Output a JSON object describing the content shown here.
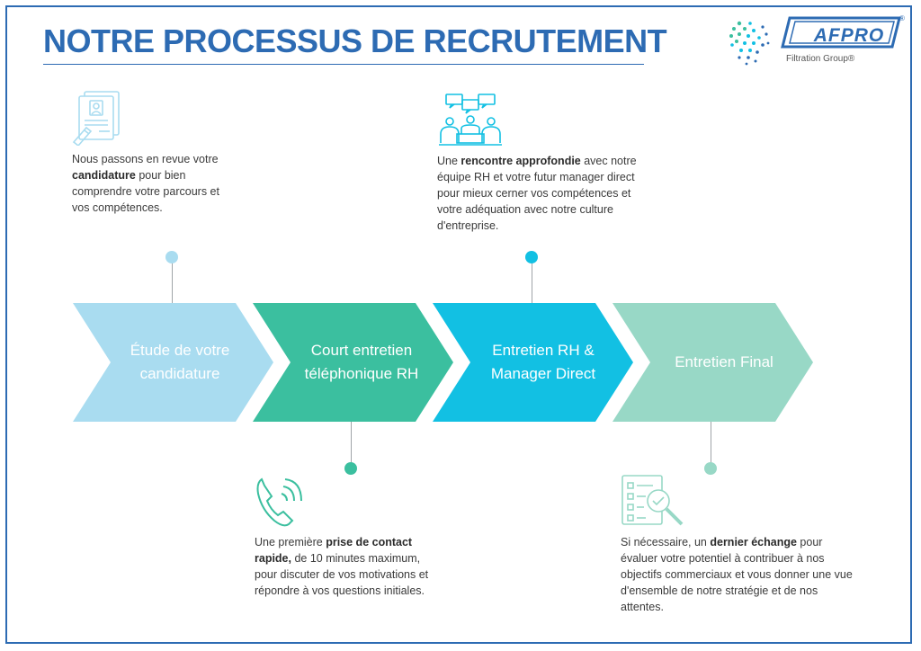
{
  "title": "NOTRE PROCESSUS DE RECRUTEMENT",
  "logo": {
    "brand": "AFPRO",
    "registered": "®",
    "subtitle": "Filtration Group®",
    "color": "#2d6bb3"
  },
  "steps": [
    {
      "label": "Étude de votre candidature",
      "color": "#a9dcf0",
      "icon": "resume-document-icon",
      "description": {
        "pre": "Nous passons en revue votre ",
        "bold": "candidature",
        "post": " pour bien comprendre votre parcours et vos compétences."
      }
    },
    {
      "label": "Court entretien téléphonique RH",
      "color": "#3bbf9f",
      "icon": "phone-call-icon",
      "description": {
        "pre": "Une première ",
        "bold": "prise de contact rapide,",
        "post": " de 10 minutes maximum, pour discuter de vos motivations et répondre à vos questions initiales."
      }
    },
    {
      "label": "Entretien RH & Manager Direct",
      "color": "#12c0e3",
      "icon": "meeting-discussion-icon",
      "description": {
        "pre": "Une ",
        "bold": "rencontre approfondie",
        "post": " avec notre équipe RH et votre futur manager direct pour mieux cerner vos compétences et votre adéquation avec notre culture d'entreprise."
      }
    },
    {
      "label": "Entretien Final",
      "color": "#98d8c6",
      "icon": "checklist-magnifier-icon",
      "description": {
        "pre": "Si nécessaire, un ",
        "bold": "dernier échange",
        "post": " pour évaluer votre potentiel à contribuer à nos objectifs commerciaux et vous donner une vue d'ensemble de notre stratégie et de nos attentes."
      }
    }
  ]
}
